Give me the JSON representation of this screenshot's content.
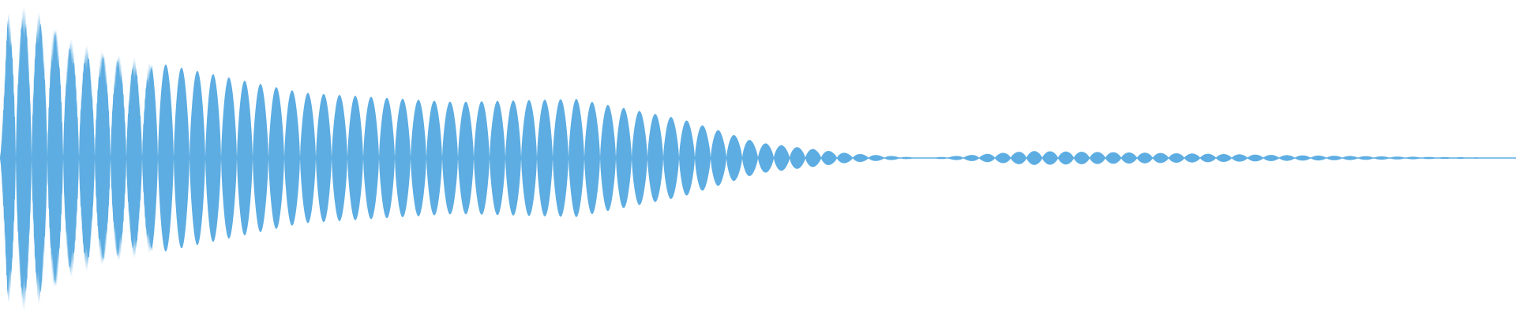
{
  "waveform": {
    "color": "#5DADE2",
    "cycles": 96,
    "envelope": [
      {
        "t": 0.0,
        "amp": 0.1
      },
      {
        "t": 0.005,
        "amp": 0.95
      },
      {
        "t": 0.02,
        "amp": 1.0
      },
      {
        "t": 0.05,
        "amp": 0.75
      },
      {
        "t": 0.1,
        "amp": 0.62
      },
      {
        "t": 0.2,
        "amp": 0.42
      },
      {
        "t": 0.3,
        "amp": 0.36
      },
      {
        "t": 0.38,
        "amp": 0.38
      },
      {
        "t": 0.45,
        "amp": 0.25
      },
      {
        "t": 0.5,
        "amp": 0.1
      },
      {
        "t": 0.56,
        "amp": 0.03
      },
      {
        "t": 0.61,
        "amp": 0.0
      },
      {
        "t": 0.68,
        "amp": 0.045
      },
      {
        "t": 0.75,
        "amp": 0.035
      },
      {
        "t": 0.85,
        "amp": 0.018
      },
      {
        "t": 0.95,
        "amp": 0.006
      },
      {
        "t": 1.0,
        "amp": 0.003
      }
    ]
  }
}
